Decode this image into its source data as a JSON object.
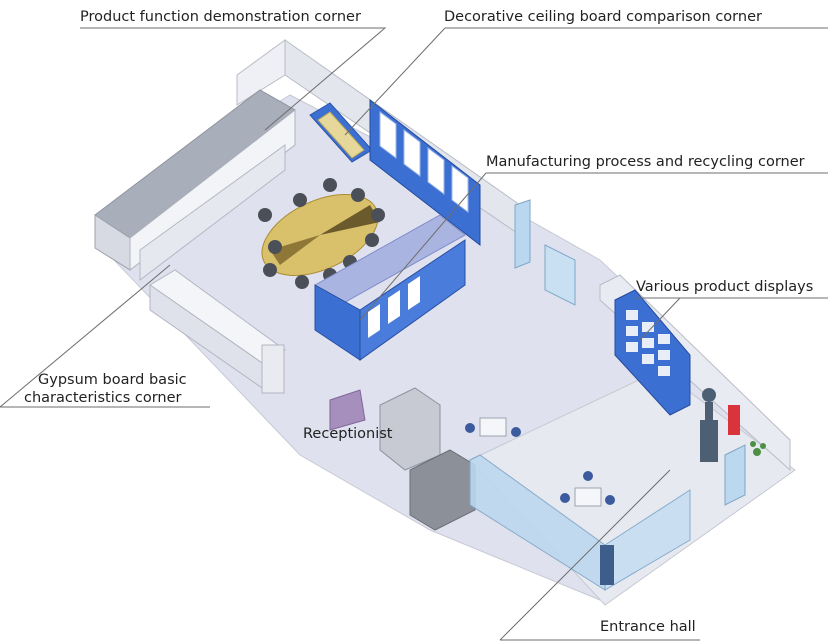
{
  "labels": {
    "product_function": "Product function demonstration corner",
    "decorative_ceiling": "Decorative ceiling board comparison corner",
    "manufacturing": "Manufacturing process and recycling corner",
    "various_products": "Various product displays",
    "gypsum_line1": "Gypsum board basic",
    "gypsum_line2": "characteristics corner",
    "receptionist": "Receptionist",
    "entrance_hall": "Entrance hall"
  },
  "colors": {
    "floor": "#dfe1ee",
    "wall": "#eef0f5",
    "wall_edge": "#b9bcc6",
    "accent_blue": "#3c6fd2",
    "glass": "#b9d8f0",
    "table": "#d9c06a",
    "chair": "#4a4f58",
    "leader": "#6e6e6e"
  },
  "icons": [
    "meeting-table-icon",
    "chair-icon",
    "display-panel-icon",
    "statue-icon",
    "plant-icon"
  ]
}
